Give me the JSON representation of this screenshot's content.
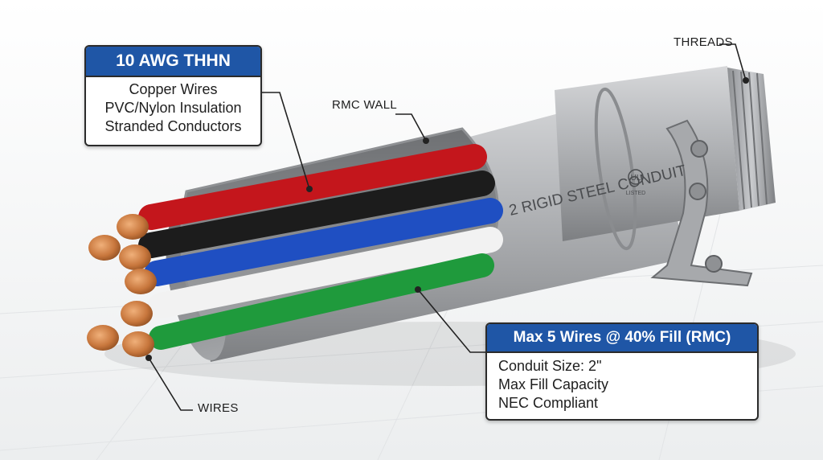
{
  "wire_callout": {
    "title": "10 AWG THHN",
    "lines": [
      "Copper Wires",
      "PVC/Nylon Insulation",
      "Stranded Conductors"
    ]
  },
  "fill_callout": {
    "title": "Max 5 Wires @ 40% Fill (RMC)",
    "lines": [
      "Conduit Size: 2\"",
      "Max Fill Capacity",
      "NEC Compliant"
    ]
  },
  "labels": {
    "threads": "THREADS",
    "rmc_wall": "RMC WALL",
    "wires": "WIRES"
  },
  "conduit": {
    "stamp": "2 RIGID STEEL CONDUIT",
    "listing_mark": "UL",
    "listing_text": "LISTED"
  },
  "colors": {
    "callout_header": "#1f56a6",
    "wire_red": "#c4161c",
    "wire_black": "#1c1c1c",
    "wire_blue": "#1f4fc2",
    "wire_white": "#f2f2f2",
    "wire_green": "#1f9a3c",
    "copper": "#c8773d",
    "steel": "#a9abae"
  }
}
